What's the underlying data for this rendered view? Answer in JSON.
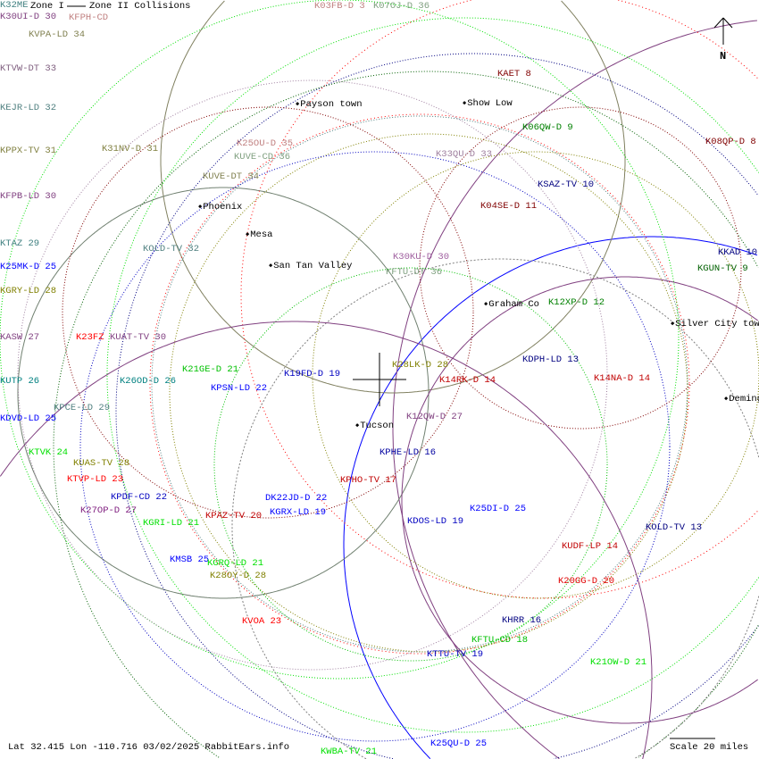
{
  "legend": {
    "zone1": "Zone I",
    "zone2": "Zone II Collisions"
  },
  "north": "N",
  "footer": {
    "info": "Lat 32.415 Lon -110.716 03/02/2025 RabbitEars.info",
    "scale": "Scale 20 miles"
  },
  "cities": [
    "Payson town",
    "Show Low",
    "Phoenix",
    "Mesa",
    "San Tan Valley",
    "Graham Co",
    "Silver City town",
    "Deming",
    "Tucson"
  ],
  "stations": [
    {
      "text": "K32ME",
      "color": "#408080"
    },
    {
      "text": "KFPH-CD",
      "color": "#c08080"
    },
    {
      "text": "K30UI-D 30",
      "color": "#804080"
    },
    {
      "text": "KVPA-LD 34",
      "color": "#808050"
    },
    {
      "text": "KTVW-DT 33",
      "color": "#806080"
    },
    {
      "text": "KEJR-LD 32",
      "color": "#508080"
    },
    {
      "text": "KPPX-TV 31",
      "color": "#808040"
    },
    {
      "text": "K31NV-D 31",
      "color": "#808040"
    },
    {
      "text": "KFPB-LD 30",
      "color": "#804080"
    },
    {
      "text": "KTAZ 29",
      "color": "#408080"
    },
    {
      "text": "K25MK-D 25",
      "color": "#0000ff"
    },
    {
      "text": "KGRY-LD 28",
      "color": "#808000"
    },
    {
      "text": "KASW 27",
      "color": "#804080"
    },
    {
      "text": "K23FZ",
      "color": "#ff0000"
    },
    {
      "text": "KUAT-TV 30",
      "color": "#804080"
    },
    {
      "text": "K21GE-D 21",
      "color": "#00c000"
    },
    {
      "text": "K19FD-D 19",
      "color": "#0000c0"
    },
    {
      "text": "K26OD-D 26",
      "color": "#008080"
    },
    {
      "text": "KUTP 26",
      "color": "#008080"
    },
    {
      "text": "KPSN-LD 22",
      "color": "#0000ff"
    },
    {
      "text": "KPCE-LD 29",
      "color": "#508080"
    },
    {
      "text": "KDVD-LD 25",
      "color": "#0000ff"
    },
    {
      "text": "KTVK 24",
      "color": "#00e000"
    },
    {
      "text": "KUAS-TV 28",
      "color": "#808000"
    },
    {
      "text": "KTVP-LD 23",
      "color": "#ff0000"
    },
    {
      "text": "KPDF-CD 22",
      "color": "#0000c0"
    },
    {
      "text": "K27OP-D 27",
      "color": "#802080"
    },
    {
      "text": "KGRI-LD 21",
      "color": "#00e000"
    },
    {
      "text": "KPAZ-TV 20",
      "color": "#c00000"
    },
    {
      "text": "DK22JD-D 22",
      "color": "#0000ff"
    },
    {
      "text": "KGRX-LD 19",
      "color": "#0000ff"
    },
    {
      "text": "KMSB 25",
      "color": "#0000ff"
    },
    {
      "text": "KGRQ-LD 21",
      "color": "#00e000"
    },
    {
      "text": "K28OY-D 28",
      "color": "#808000"
    },
    {
      "text": "KVOA 23",
      "color": "#ff0000"
    },
    {
      "text": "KWBA-TV 21",
      "color": "#00e000"
    },
    {
      "text": "K25OU-D 35",
      "color": "#c08080"
    },
    {
      "text": "KUVE-CD 36",
      "color": "#80a080"
    },
    {
      "text": "KUVE-DT 34",
      "color": "#808050"
    },
    {
      "text": "KOLD-TV 32",
      "color": "#508080"
    },
    {
      "text": "K03FB-D 3",
      "color": "#c08080"
    },
    {
      "text": "K07OJ-D 36",
      "color": "#80a080"
    },
    {
      "text": "KAET 8",
      "color": "#800000"
    },
    {
      "text": "K06QW-D 9",
      "color": "#008000"
    },
    {
      "text": "K08QP-D 8",
      "color": "#800000"
    },
    {
      "text": "K33QU-D 33",
      "color": "#a080a0"
    },
    {
      "text": "KSAZ-TV 10",
      "color": "#000080"
    },
    {
      "text": "K04SE-D 11",
      "color": "#800000"
    },
    {
      "text": "KKAD 10",
      "color": "#000080"
    },
    {
      "text": "KGUN-TV 9",
      "color": "#006000"
    },
    {
      "text": "K30KU-D 30",
      "color": "#a060a0"
    },
    {
      "text": "KFTU-DT 36",
      "color": "#80a080"
    },
    {
      "text": "K12XP-D 12",
      "color": "#008000"
    },
    {
      "text": "KDPH-LD 13",
      "color": "#000080"
    },
    {
      "text": "K28LK-D 28",
      "color": "#808000"
    },
    {
      "text": "K14RK-D 14",
      "color": "#c00000"
    },
    {
      "text": "K14NA-D 14",
      "color": "#c00000"
    },
    {
      "text": "K12QW-D 27",
      "color": "#804080"
    },
    {
      "text": "KPHE-LD 16",
      "color": "#0000a0"
    },
    {
      "text": "KPHO-TV 17",
      "color": "#c00000"
    },
    {
      "text": "K25DI-D 25",
      "color": "#0000ff"
    },
    {
      "text": "KDOS-LD 19",
      "color": "#0000c0"
    },
    {
      "text": "KOLD-TV 13",
      "color": "#000080"
    },
    {
      "text": "KUDF-LP 14",
      "color": "#c00000"
    },
    {
      "text": "K20GG-D 20",
      "color": "#e00000"
    },
    {
      "text": "KHRR 16",
      "color": "#000080"
    },
    {
      "text": "KFTU-CD 18",
      "color": "#00c000"
    },
    {
      "text": "KTTU-TV 19",
      "color": "#0000c0"
    },
    {
      "text": "K21OW-D 21",
      "color": "#00e000"
    },
    {
      "text": "K25QU-D 25",
      "color": "#0000ff"
    }
  ]
}
